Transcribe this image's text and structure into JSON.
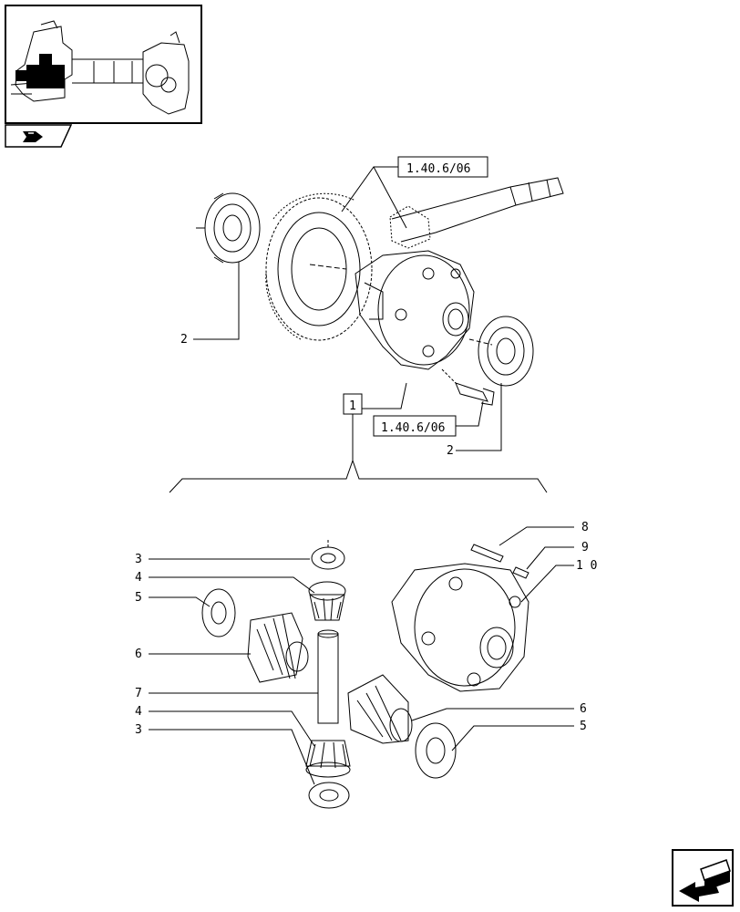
{
  "references": {
    "upper_right": "1.40.6/06",
    "lower_left": "1.40.6/06"
  },
  "group_box_label": "1",
  "callouts_top": [
    {
      "id": "left-bearing",
      "label": "2"
    },
    {
      "id": "right-bearing",
      "label": "2"
    }
  ],
  "callouts_bottom_left": [
    {
      "id": "washer-top",
      "label": "3"
    },
    {
      "id": "pinion-top",
      "label": "4"
    },
    {
      "id": "thrust-washer-left",
      "label": "5"
    },
    {
      "id": "side-gear-left",
      "label": "6"
    },
    {
      "id": "pin",
      "label": "7"
    },
    {
      "id": "pinion-bottom",
      "label": "4"
    },
    {
      "id": "washer-bottom",
      "label": "3"
    }
  ],
  "callouts_right": [
    {
      "id": "roll-pin",
      "label": "8"
    },
    {
      "id": "dowel",
      "label": "9"
    },
    {
      "id": "housing",
      "label": "1 0"
    },
    {
      "id": "side-gear-right",
      "label": "6"
    },
    {
      "id": "thrust-washer-right",
      "label": "5"
    }
  ],
  "icons": {
    "thumbnail": "axle-thumbnail-icon",
    "tab": "section-tab-icon",
    "next": "next-page-arrow-icon"
  },
  "colors": {
    "line": "#000000",
    "background": "#ffffff"
  }
}
